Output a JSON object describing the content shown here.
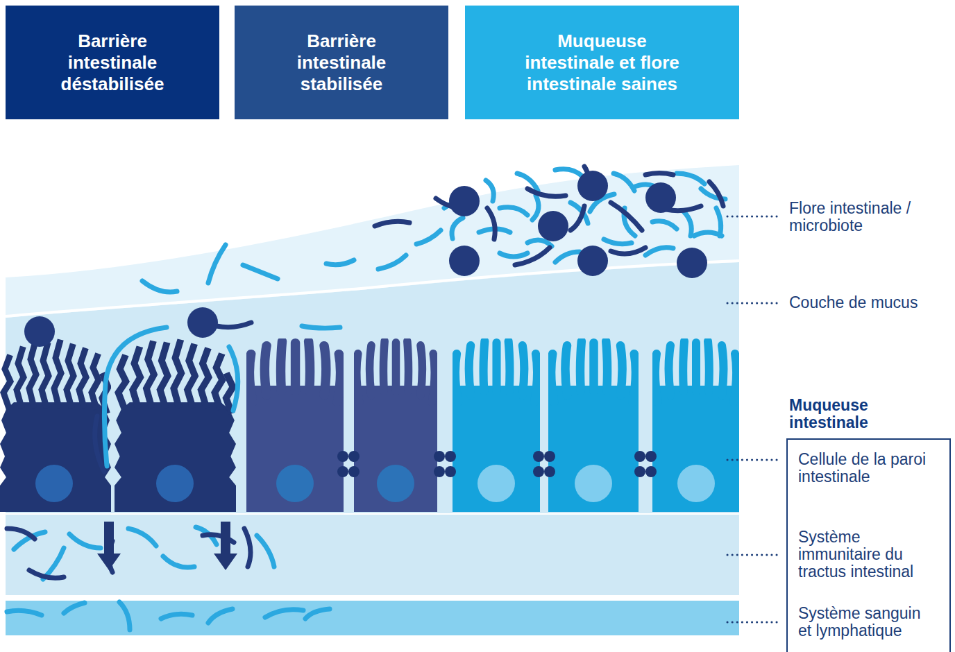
{
  "diagram": {
    "nodes": [
      {
        "text": [
          "Barrière intestinale déstabilisée"
        ]
      },
      {
        "text": [
          "Barrière intestinale stabilisée"
        ]
      },
      {
        "text": [
          "Muqueuse intestinale et flore intestinale saines"
        ]
      },
      {
        "text": [
          "Muqueuse intestinale",
          "Cellule de la paroi intestinale",
          "Système immunitaire du tractus intestinal",
          "Système sanguin et lymphatique"
        ]
      }
    ],
    "labels": [
      "Flore intestinale / microbiote",
      "Couche de mucus"
    ]
  }
}
